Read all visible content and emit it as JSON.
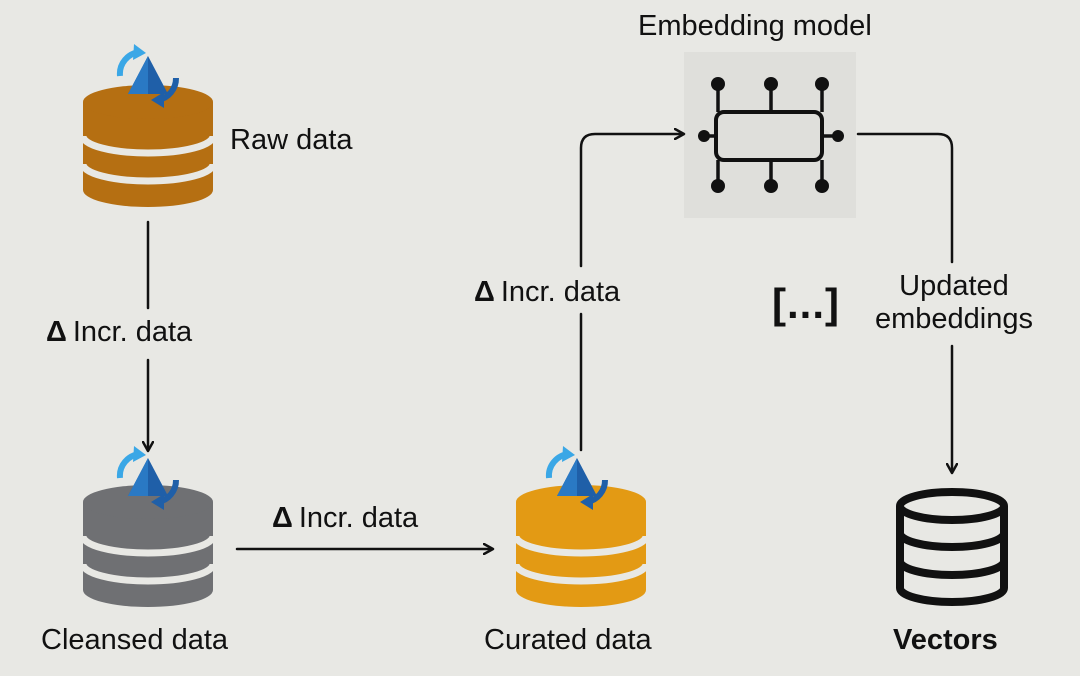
{
  "nodes": {
    "raw": {
      "label": "Raw data",
      "color": "#b56f12"
    },
    "cleansed": {
      "label": "Cleansed data",
      "color": "#6f7073"
    },
    "curated": {
      "label": "Curated data",
      "color": "#e39a14"
    },
    "vectors": {
      "label": "Vectors"
    },
    "model": {
      "label": "Embedding model"
    }
  },
  "edges": {
    "raw_to_cleansed": {
      "delta": "Δ",
      "label": "Incr. data"
    },
    "cleansed_to_curated": {
      "delta": "Δ",
      "label": "Incr. data"
    },
    "curated_to_model": {
      "delta": "Δ",
      "label": "Incr. data"
    },
    "model_to_vectors": {
      "brackets": "[...]",
      "line1": "Updated",
      "line2": "embeddings"
    }
  },
  "icons": {
    "refresh_badge": "refresh-triangle-icon",
    "database": "database-icon",
    "model": "neural-network-icon"
  },
  "colors": {
    "background": "#e8e8e4",
    "badge_blue": "#1f5fa8",
    "badge_light_blue": "#3aa7e6",
    "line": "#111111"
  }
}
